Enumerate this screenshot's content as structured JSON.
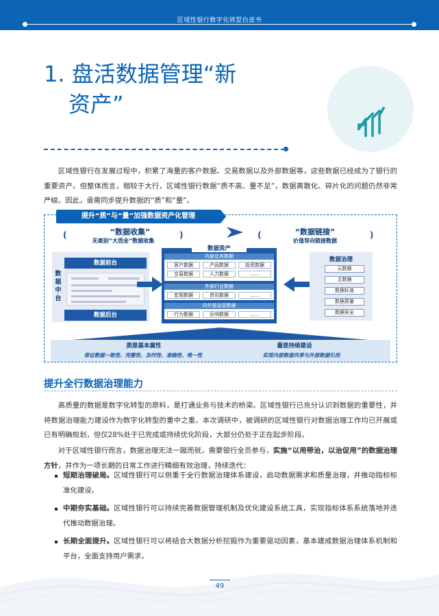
{
  "header": {
    "text": "区域性银行数字化转型白皮书"
  },
  "title": {
    "line1": "1. 盘活数据管理“新",
    "line2": "资产”"
  },
  "intro": {
    "line1": "区域性银行在发展过程中，积累了海量的客户数据、交易数据以及外部数据等，这些数据已经成为了银行",
    "line2": "的重要资产。但整体而言，相较于大行，区域性银行数据“质不高、量不足”，数据离散化、碎片化的问题仍",
    "line3": "然非常严峻。因此，亟需同步提升数据的“质”和“量”。"
  },
  "diagram": {
    "title": "提升“质”与“量”加强数据资产化管理",
    "collect_title": "“数据收集”",
    "collect_sub": "无差别“大而全”数据收集",
    "link_title": "“数据链接”",
    "link_sub": "价值导向链接数据",
    "left": {
      "label": "数据中台",
      "top": "数据前台",
      "bottom": "数据后台"
    },
    "center": {
      "title": "数据资产",
      "sections": [
        {
          "title": "内部业务数据",
          "row1": [
            "客户数据",
            "产品数据",
            "投资数据"
          ],
          "row2": [
            "交易数据",
            "人力数据",
            "……"
          ]
        },
        {
          "title": "外部行业数据",
          "row1": [
            "宏观数据",
            "资讯数据",
            "……"
          ]
        },
        {
          "title": "内外部运营数据",
          "row1": [
            "行为数据",
            "反响数据",
            "……"
          ]
        }
      ]
    },
    "right": {
      "title": "数据治理",
      "items": [
        "元数据",
        "主数据",
        "数据标准",
        "数据质量",
        "数据安全"
      ]
    },
    "base": {
      "q1": "质是基本属性",
      "q1_sub": "保证数据一致性、完整性、及时性、准确性、唯一性",
      "q2": "量是持续建设",
      "q2_sub": "实现内部数据共享与外部数据引用"
    }
  },
  "section": {
    "title": "提升全行数据治理能力"
  },
  "para1": {
    "line1": "高质量的数据是数字化转型的原料，是打通业务与技术的桥梁。区域性银行已充分认识到数据的重要性，",
    "line2": "并将数据治理能力建设作为数字化转型的重中之重。本次调研中，被调研的区域性银行对数据治理工作均已开",
    "line3": "展或已有明确规划，但仅28%处于已完成或持续优化阶段，大部分仍处于正在起步阶段。"
  },
  "para2": {
    "line1_pre": "对于区域性银行而言，数据治理无法一蹴而就，需要银行全员参与，",
    "line1_bold": "实施“以用带治，以治促用”的数据",
    "line2_bold": "治理方针",
    "line2_rest": "，并作为一项长期的日常工作进行精细有效治理，持续迭代："
  },
  "bullets": [
    {
      "bold": "短期治理破局。",
      "line1": "区域性银行可以侧重于全行数据治理体系建设，启动数据需求和质量治理，并推动指",
      "line2": "标标准化建设。"
    },
    {
      "bold": "中期夯实基础。",
      "line1": "区域性银行可以持续完善数据管理机制及优化建设系统工具，实现指标体系系统落地",
      "line2": "并迭代推动数据治理。"
    },
    {
      "bold": "长期全面提升。",
      "line1": "区域性银行可以将结合大数据分析挖掘作为重要驱动因素，基本建成数据治理体系机",
      "line2": "制和平台，全面支持用户需求。"
    }
  ],
  "footer": {
    "page": "49"
  },
  "colors": {
    "brand": "#0b63b6",
    "accent_teal": "#1a9aa8"
  }
}
